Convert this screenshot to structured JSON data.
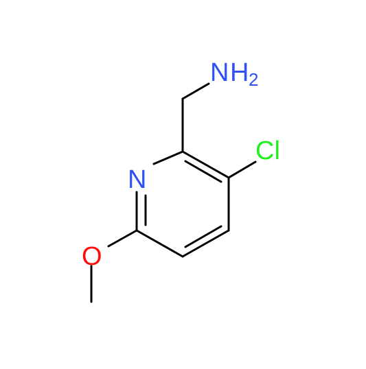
{
  "molecule": {
    "atom_labels": {
      "amine_N": "N",
      "amine_H": "H",
      "amine_H_count": "2",
      "chlorine": "Cl",
      "ring_N": "N",
      "oxygen": "O"
    },
    "colors": {
      "bond": "#000000",
      "nitrogen": "#3050F8",
      "chlorine": "#1FF01F",
      "oxygen": "#FF0D0D"
    }
  }
}
